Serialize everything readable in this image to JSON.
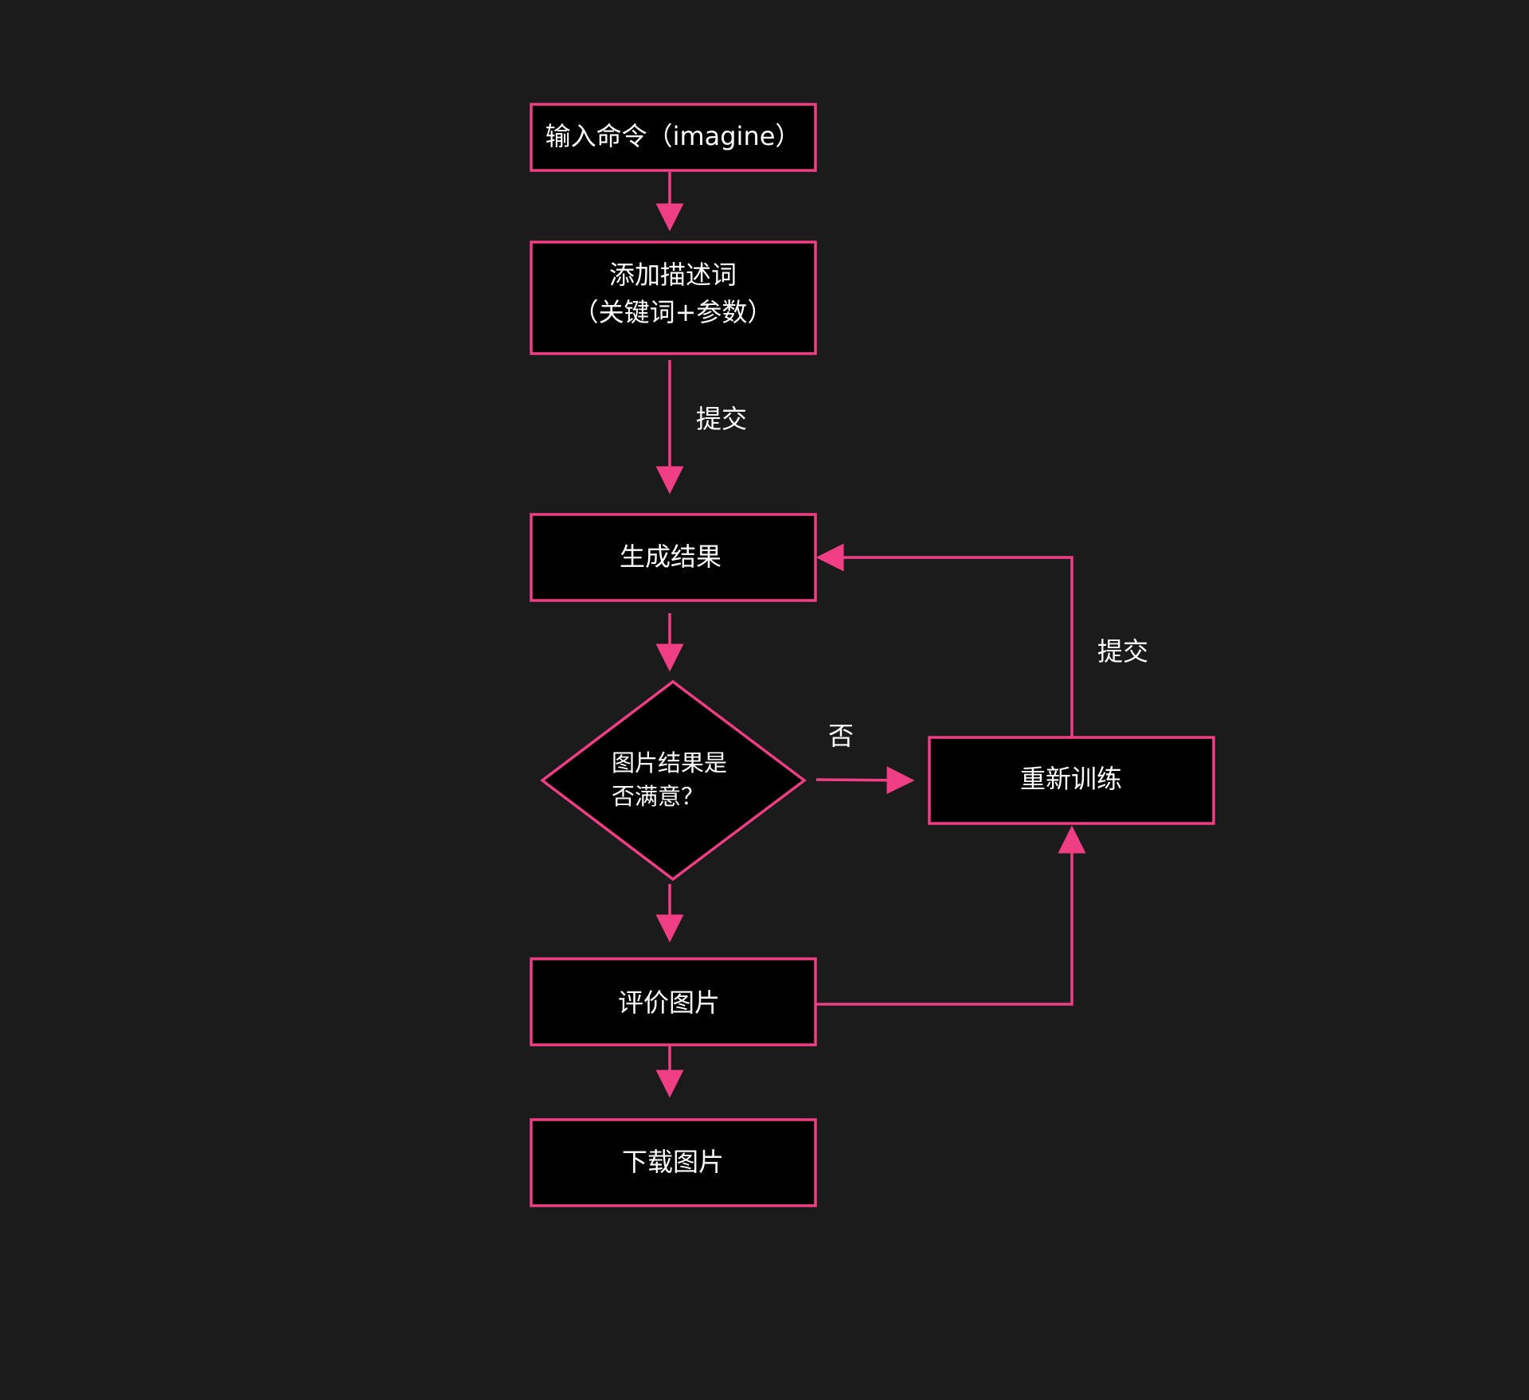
{
  "colors": {
    "background": "#1b1b1b",
    "node_fill": "#000000",
    "accent": "#f03e84",
    "text": "#ffffff"
  },
  "nodes": {
    "input_command": {
      "label": "输入命令（imagine）"
    },
    "add_description": {
      "line1": "添加描述词",
      "line2": "（关键词+参数）"
    },
    "generate_result": {
      "label": "生成结果"
    },
    "satisfied_decision": {
      "line1": "图片结果是",
      "line2": "否满意？"
    },
    "retrain": {
      "label": "重新训练"
    },
    "evaluate_image": {
      "label": "评价图片"
    },
    "download_image": {
      "label": "下载图片"
    }
  },
  "edge_labels": {
    "submit_main": "提交",
    "no": "否",
    "submit_loop": "提交"
  }
}
